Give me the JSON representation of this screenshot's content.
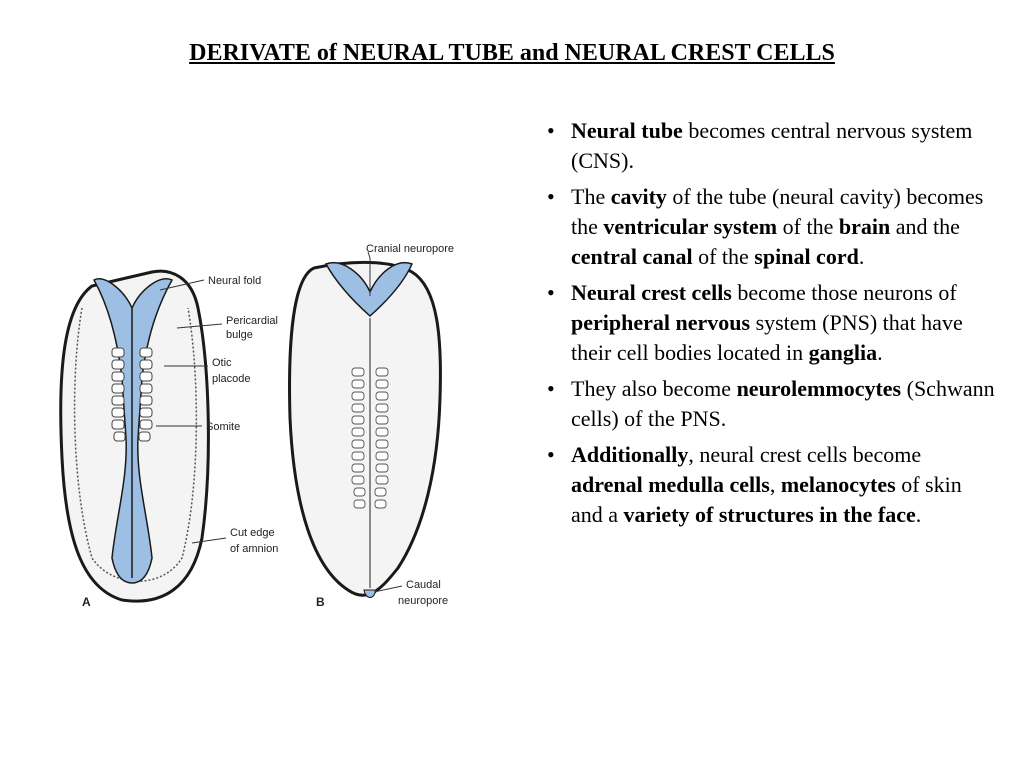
{
  "title": "DERIVATE of NEURAL TUBE and NEURAL CREST CELLS",
  "figure": {
    "labels": {
      "neural_fold": "Neural fold",
      "pericardial_1": "Pericardial",
      "pericardial_2": "bulge",
      "otic_1": "Otic",
      "otic_2": "placode",
      "somite": "Somite",
      "cut_1": "Cut edge",
      "cut_2": "of amnion",
      "cranial": "Cranial neuropore",
      "caudal_1": "Caudal",
      "caudal_2": "neuropore",
      "panel_a": "A",
      "panel_b": "B"
    }
  },
  "bullets": {
    "b1": {
      "t1": "Neural tube",
      "t2": " becomes central nervous system (CNS)."
    },
    "b2": {
      "t1": "The ",
      "t2": "cavity",
      "t3": " of the tube (neural cavity) becomes the ",
      "t4": "ventricular system",
      "t5": " of the ",
      "t6": "brain",
      "t7": " and the ",
      "t8": "central canal",
      "t9": " of the ",
      "t10": "spinal cord",
      "t11": "."
    },
    "b3": {
      "t1": "Neural crest cells",
      "t2": " become those neurons of ",
      "t3": "peripheral nervous",
      "t4": " system (PNS) that have their cell bodies located in ",
      "t5": "ganglia",
      "t6": "."
    },
    "b4": {
      "t1": "They also become ",
      "t2": "neurolemmocytes",
      "t3": " (Schwann cells) of the PNS."
    },
    "b5": {
      "t1": "Additionally",
      "t2": ", neural crest cells become ",
      "t3": "adrenal medulla cells",
      "t4": ", ",
      "t5": "melanocytes",
      "t6": " of skin and a ",
      "t7": "variety of structures in the face",
      "t8": "."
    }
  },
  "colors": {
    "neural_blue": "#9dbfe3",
    "outline": "#1a1a1a"
  }
}
